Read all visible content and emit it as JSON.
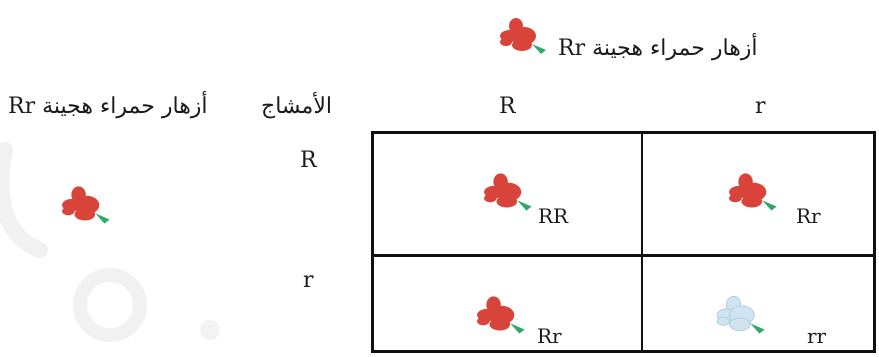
{
  "parent_top": {
    "label": "أزهار حمراء هجينة Rr",
    "alleles": [
      "R",
      "r"
    ]
  },
  "parent_left": {
    "label": "أزهار حمراء هجينة Rr",
    "alleles": [
      "R",
      "r"
    ]
  },
  "gametes_label": "الأمشاج",
  "cells": [
    {
      "genotype": "RR",
      "flower": "red-flower-icon"
    },
    {
      "genotype": "Rr",
      "flower": "red-flower-icon"
    },
    {
      "genotype": "Rr",
      "flower": "red-flower-icon"
    },
    {
      "genotype": "rr",
      "flower": "white-flower-icon"
    }
  ],
  "colors": {
    "red_flower": "#d9443a",
    "white_flower": "#cfe3f0",
    "stem": "#2fa86a",
    "grid": "#111111"
  }
}
